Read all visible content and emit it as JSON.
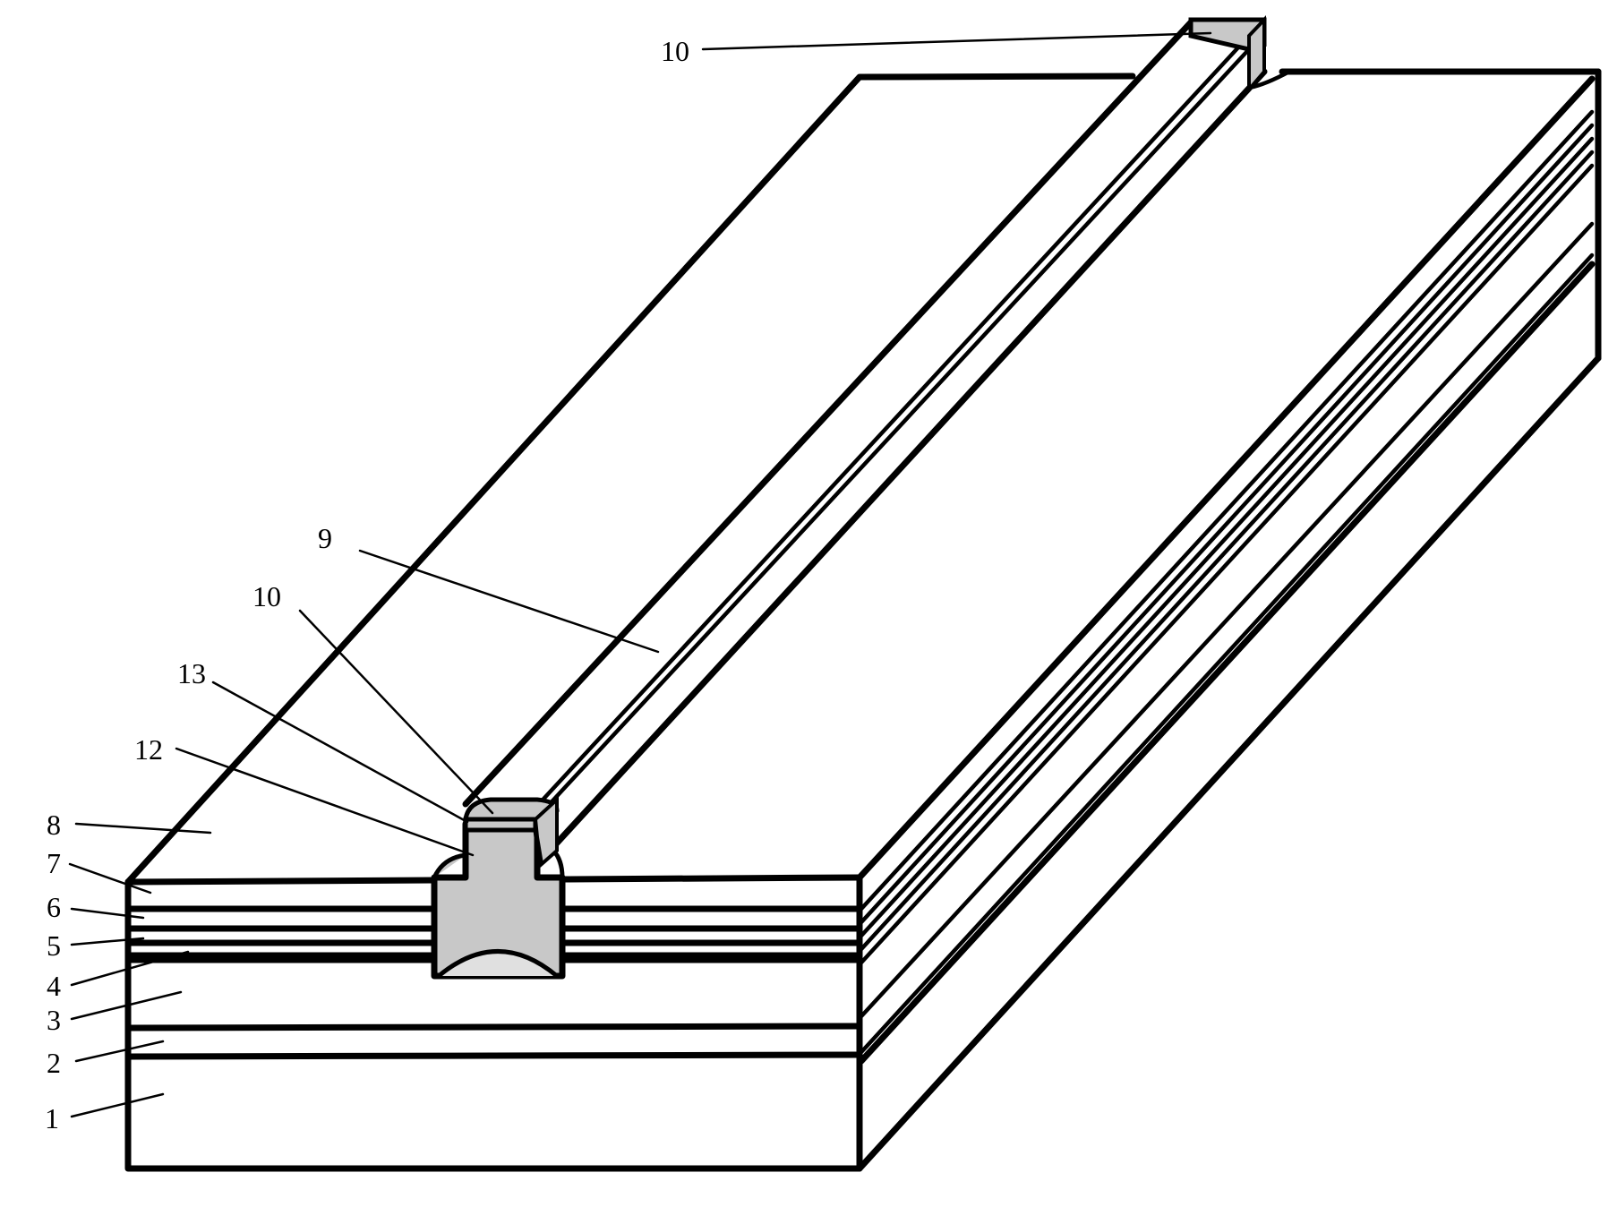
{
  "colors": {
    "stroke": "#000000",
    "ridge_fill": "#c8c8c8",
    "background": "#ffffff"
  },
  "labels": {
    "l1": "1",
    "l2": "2",
    "l3": "3",
    "l4": "4",
    "l5": "5",
    "l6": "6",
    "l7": "7",
    "l8": "8",
    "l9": "9",
    "l10_front": "10",
    "l10_back": "10",
    "l12": "12",
    "l13": "13"
  }
}
